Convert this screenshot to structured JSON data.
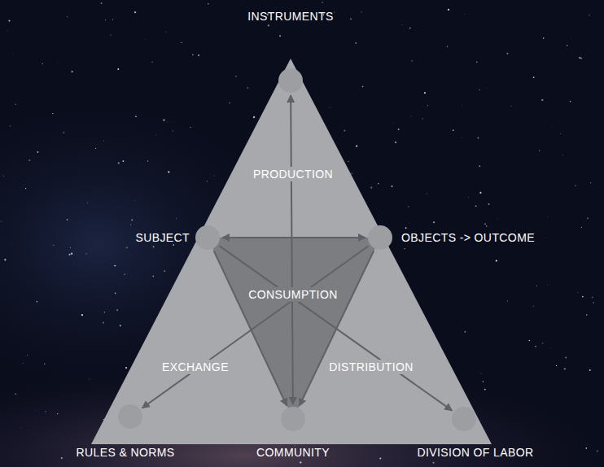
{
  "diagram": {
    "nodes": [
      {
        "text": [
          "INSTRUMENTS"
        ]
      },
      {
        "text": [
          "SUBJECT"
        ]
      },
      {
        "text": [
          "OBJECTS -> OUTCOME"
        ]
      },
      {
        "text": [
          "RULES & NORMS"
        ]
      },
      {
        "text": [
          "COMMUNITY"
        ]
      },
      {
        "text": [
          "DIVISION OF LABOR"
        ]
      }
    ],
    "edges": [
      {
        "from": 0,
        "to": 4,
        "arrow": "both"
      },
      {
        "from": 1,
        "to": 2,
        "arrow": "both"
      },
      {
        "from": 1,
        "to": 4,
        "arrow": "to"
      },
      {
        "from": 2,
        "to": 4,
        "arrow": "to"
      },
      {
        "from": 1,
        "to": 5,
        "arrow": "to"
      },
      {
        "from": 2,
        "to": 3,
        "arrow": "to"
      }
    ],
    "labels": [
      "PRODUCTION",
      "CONSUMPTION",
      "EXCHANGE",
      "DISTRIBUTION"
    ]
  }
}
